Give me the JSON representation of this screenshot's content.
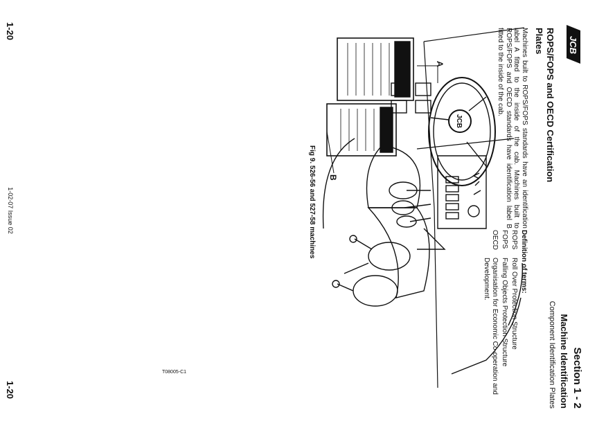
{
  "logo_text": "JCB",
  "section": {
    "number": "Section 1 - 2",
    "title": "Machine Identification",
    "subtitle": "Component Identification Plates"
  },
  "heading": "ROPS/FOPS and OECD Certification Plates",
  "paragraph": "Machines built to ROPS/FOPS standards have an identification label A fitted to the inside of the cab. Machines built to ROPS/FOPS and OECD standards have identification label B fitted to the inside of the cab.",
  "definitions": {
    "title": "Definition of terms:",
    "items": [
      {
        "term": "ROPS",
        "meaning": "Roll Over Protection Structure"
      },
      {
        "term": "FOPS",
        "meaning": "Falling Objects Protection Structure"
      },
      {
        "term": "OECD",
        "meaning": "Organisation for Economic Co-operation and Development."
      }
    ]
  },
  "figure": {
    "label_a": "A",
    "label_b": "B",
    "caption": "Fig 9. 526-56 and 527-58 machines",
    "ref": "T08005-C1"
  },
  "footer": {
    "page_left": "1-20",
    "issue": "1-02-07 Issue 02",
    "page_right": "1-20"
  }
}
